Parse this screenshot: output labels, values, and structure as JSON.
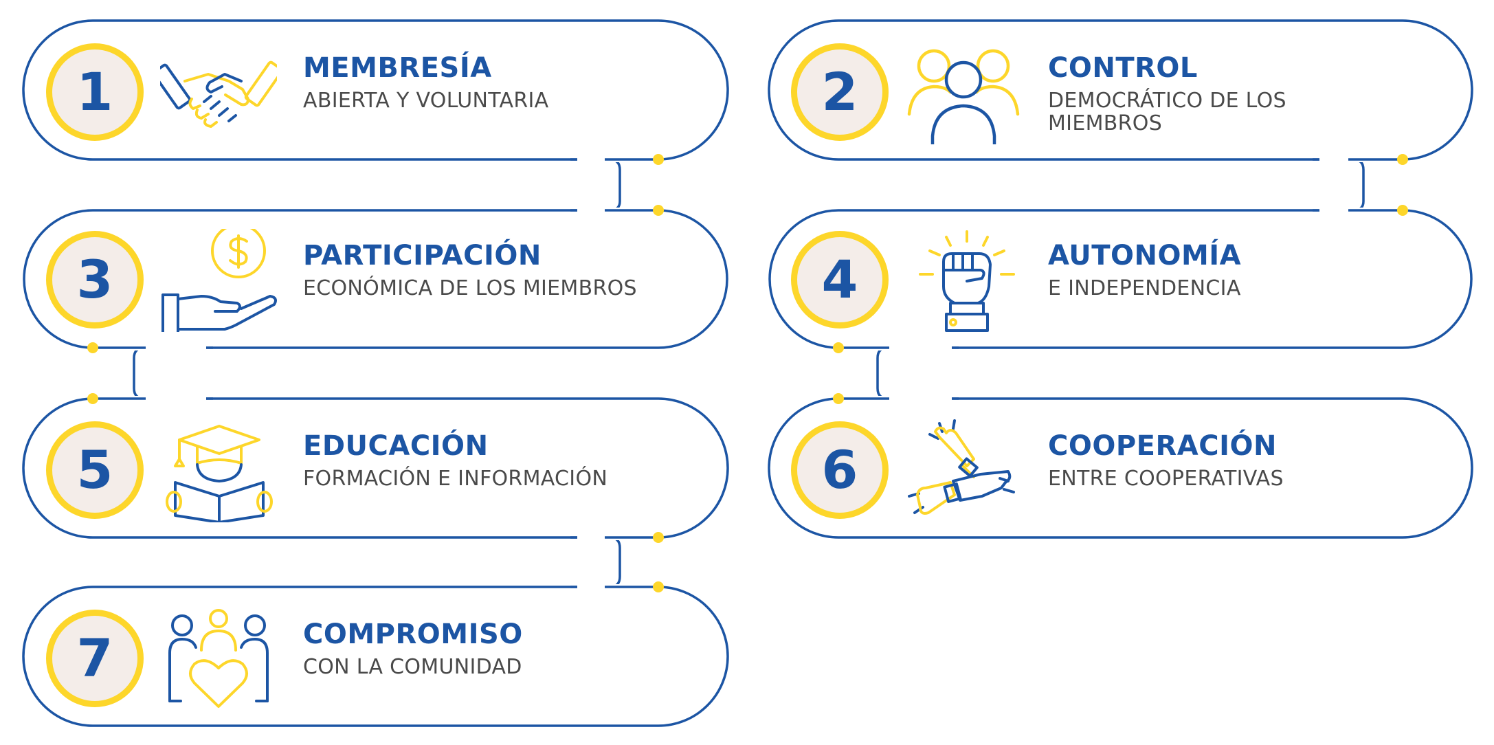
{
  "colors": {
    "blue": "#1c55a4",
    "yellow": "#fdd62a",
    "badge_fill": "#f4ede9",
    "text_gray": "#4a4a4a"
  },
  "principles": [
    {
      "number": "1",
      "title": "MEMBRESÍA",
      "subtitle": "ABIERTA Y VOLUNTARIA",
      "icon": "handshake-icon"
    },
    {
      "number": "2",
      "title": "CONTROL",
      "subtitle": "DEMOCRÁTICO DE LOS MIEMBROS",
      "icon": "group-people-icon"
    },
    {
      "number": "3",
      "title": "PARTICIPACIÓN",
      "subtitle": "ECONÓMICA DE LOS MIEMBROS",
      "icon": "hand-coin-icon"
    },
    {
      "number": "4",
      "title": "AUTONOMÍA",
      "subtitle": "E INDEPENDENCIA",
      "icon": "raised-fist-icon"
    },
    {
      "number": "5",
      "title": "EDUCACIÓN",
      "subtitle": "FORMACIÓN E INFORMACIÓN",
      "icon": "graduate-reading-icon"
    },
    {
      "number": "6",
      "title": "COOPERACIÓN",
      "subtitle": "ENTRE COOPERATIVAS",
      "icon": "joined-hands-icon"
    },
    {
      "number": "7",
      "title": "COMPROMISO",
      "subtitle": "CON LA COMUNIDAD",
      "icon": "community-heart-icon"
    }
  ]
}
